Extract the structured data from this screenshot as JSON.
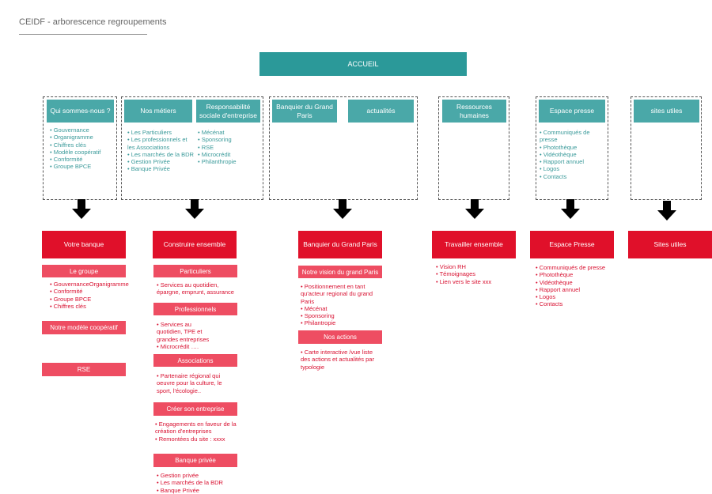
{
  "title": "CEIDF - arborescence regroupements",
  "accueil": "ACCUEIL",
  "top": {
    "qui": {
      "label": "Qui sommes-nous ?",
      "items": [
        "Gouvernance",
        "Organigramme",
        "Chiffres clés",
        "Modèle coopératif",
        "Conformité",
        "Groupe BPCE"
      ]
    },
    "metiers": {
      "label": "Nos métiers",
      "items": [
        "Les Particuliers",
        "Les professionnels et les Associations",
        "Les marchés de la BDR",
        "Gestion Privée",
        "Banque Privée"
      ]
    },
    "rse": {
      "label": "Responsabilité sociale d'entreprise",
      "items": [
        "Mécénat",
        "Sponsoring",
        "RSE",
        "Microcrédit",
        "Philanthropie"
      ]
    },
    "banquier": {
      "label": "Banquier du Grand Paris"
    },
    "actualites": {
      "label": "actualités"
    },
    "rh": {
      "label": "Ressources humaines"
    },
    "presse": {
      "label": "Espace presse",
      "items": [
        "Communiqués de presse",
        "Photothèque",
        "Vidéothèque",
        "Rapport annuel",
        "Logos",
        "Contacts"
      ]
    },
    "sites": {
      "label": "sites utiles"
    }
  },
  "bottom": {
    "banque": {
      "label": "Votre banque",
      "groupe": "Le groupe",
      "groupe_items": [
        "GouvernanceOrganigramme",
        "Conformité",
        "Groupe BPCE",
        "Chiffres clés"
      ],
      "modele": "Notre modèle coopératif",
      "rse": "RSE"
    },
    "construire": {
      "label": "Construire ensemble",
      "particuliers": "Particuliers",
      "particuliers_items": [
        "Services au quotidien, épargne, emprunt, assurance"
      ],
      "professionnels": "Professionnels",
      "professionnels_items": [
        "Services au quotidien, TPE et grandes entreprises",
        "Microcrédit …."
      ],
      "associations": "Associations",
      "associations_items": [
        "Partenaire régional qui oeuvre pour la culture, le sport, l'écologie.."
      ],
      "creer": "Créer son entreprise",
      "creer_items": [
        "Engagements en faveur de la création d'entreprises",
        "Remontées du site : xxxx"
      ],
      "privee": "Banque privée",
      "privee_items": [
        "Gestion privée",
        "Les marchés de la BDR",
        "Banque Privée"
      ]
    },
    "banquier": {
      "label": "Banquier du Grand Paris",
      "vision": "Notre vision du grand Paris",
      "vision_items": [
        "Positionnement en tant qu'acteur regional du grand Paris",
        "Mécénat",
        "Sponsoring",
        "Philantropie"
      ],
      "actions": "Nos actions",
      "actions_items": [
        "Carte interactive /vue liste des actions et actualités par typologie"
      ]
    },
    "travailler": {
      "label": "Travailler ensemble",
      "items": [
        "Vision RH",
        "Témoignages",
        "Lien vers le site xxx"
      ]
    },
    "presse": {
      "label": "Espace Presse",
      "items": [
        "Communiqués de presse",
        "Photothèque",
        "Vidéothèque",
        "Rapport annuel",
        "Logos",
        "Contacts"
      ]
    },
    "sites": {
      "label": "Sites utiles"
    }
  }
}
